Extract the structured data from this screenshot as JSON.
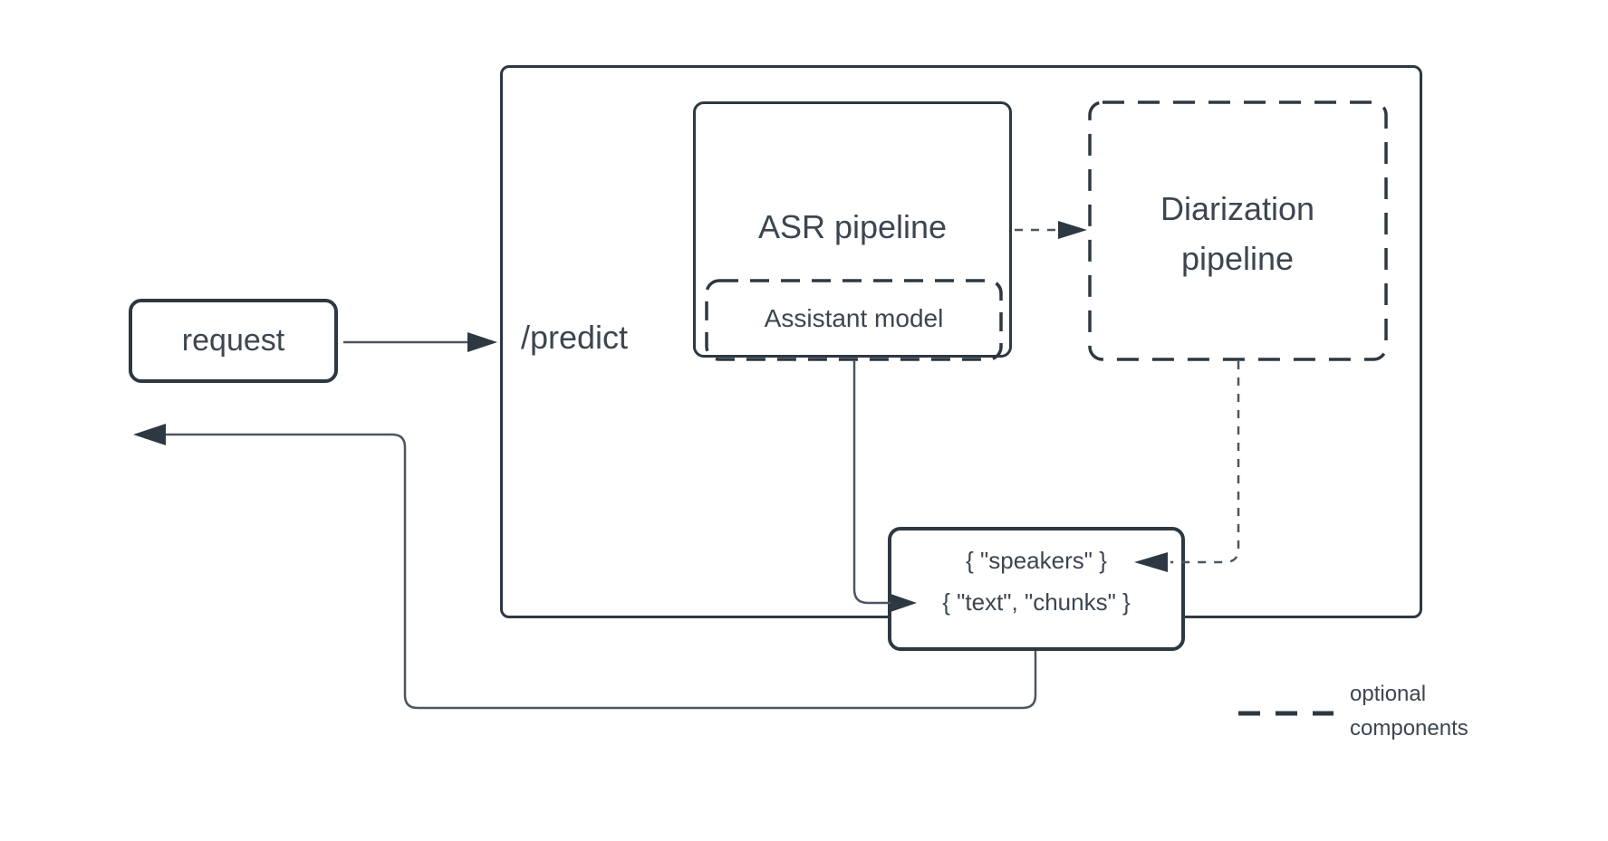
{
  "colors": {
    "stroke": "#2e3842",
    "text": "#3c4650",
    "connector": "#4d565f",
    "background": "#ffffff"
  },
  "nodes": {
    "request": {
      "label": "request"
    },
    "predict": {
      "label": "/predict"
    },
    "asr_pipeline": {
      "label": "ASR pipeline"
    },
    "assistant_model": {
      "label": "Assistant model"
    },
    "diarization_pipeline": {
      "label": "Diarization pipeline"
    },
    "output": {
      "line1": "{ \"speakers\" }",
      "line2": "{ \"text\", \"chunks\" }"
    }
  },
  "legend": {
    "dash_meaning": "optional components"
  }
}
